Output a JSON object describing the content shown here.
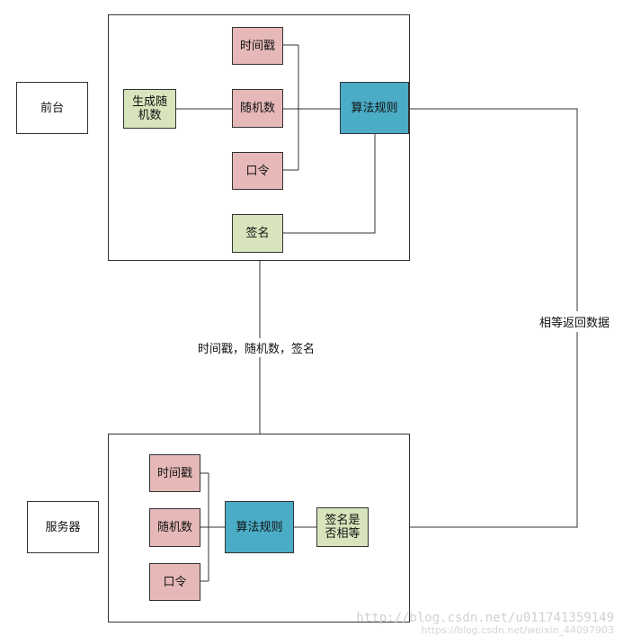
{
  "frontend": {
    "label": "前台",
    "generate_random": "生成随机数",
    "timestamp": "时间戳",
    "random_number": "随机数",
    "password": "口令",
    "algorithm": "算法规则",
    "signature": "签名"
  },
  "server": {
    "label": "服务器",
    "timestamp": "时间戳",
    "random_number": "随机数",
    "password": "口令",
    "algorithm": "算法规则",
    "signature_equal": "签名是否相等"
  },
  "edges": {
    "request_label": "时间戳，随机数，签名",
    "return_label": "相等返回数据"
  },
  "watermark": {
    "line1": "http://blog.csdn.net/u011741359149",
    "line2": "https://blog.csdn.net/weixin_44097903"
  },
  "colors": {
    "pink": "#e6b9b8",
    "green": "#d8e4bc",
    "teal": "#4bacc6"
  }
}
